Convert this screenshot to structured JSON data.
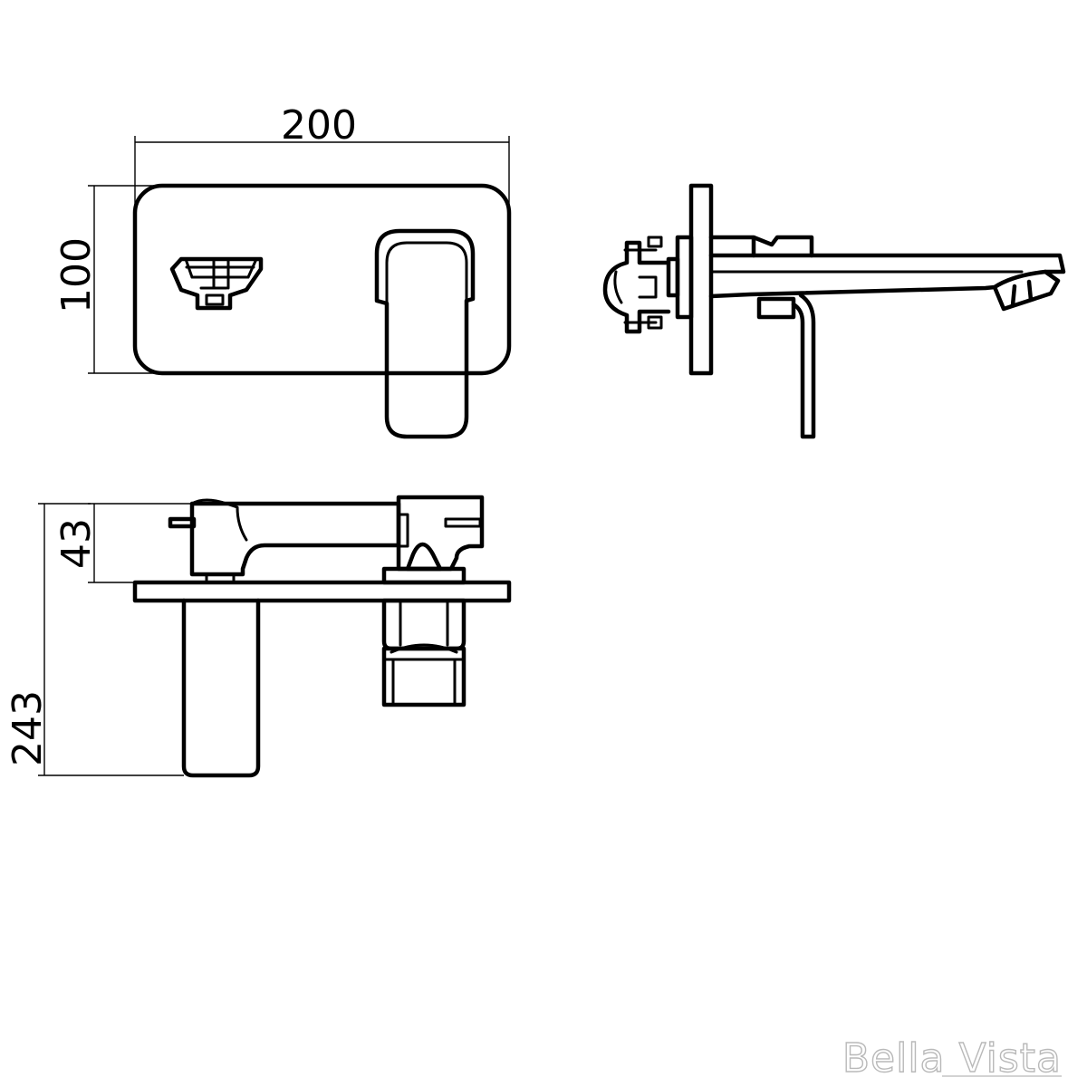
{
  "dimensions": {
    "width": "200",
    "height": "100",
    "handle_height": "43",
    "spout_length": "243"
  },
  "brand": {
    "name": "Bella Vista"
  },
  "colors": {
    "line": "#000000",
    "background": "#ffffff",
    "watermark": "#b9b9b9"
  }
}
